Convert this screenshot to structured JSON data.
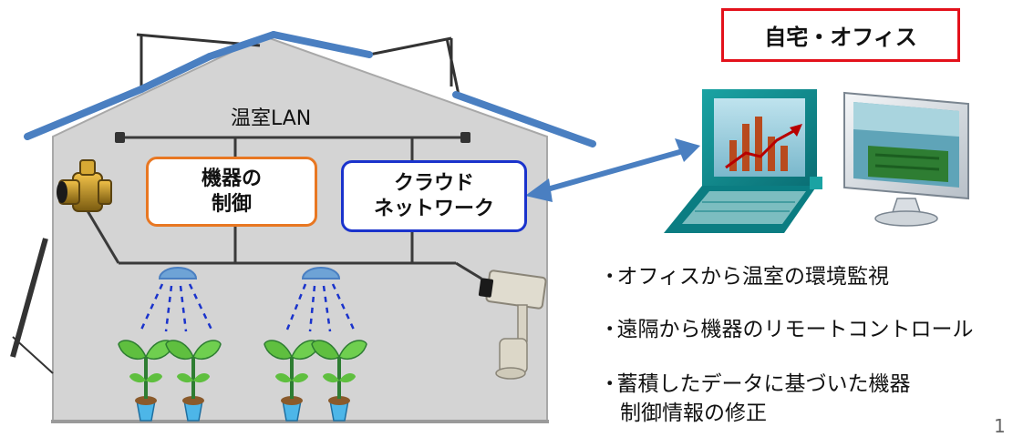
{
  "greenhouse": {
    "lan_label": "温室LAN",
    "control_box": {
      "line1": "機器の",
      "line2": "制御"
    },
    "cloud_box": {
      "line1": "クラウド",
      "line2": "ネットワーク"
    }
  },
  "home_office": {
    "label": "自宅・オフィス"
  },
  "bullets": [
    "オフィスから温室の環境監視",
    "遠隔から機器のリモートコントロール",
    "蓄積したデータに基づいた機器",
    "制御情報の修正"
  ],
  "page_number": "1",
  "colors": {
    "roof": "#4a7fc1",
    "house_fill": "#d4d4d4",
    "control_border": "#e87722",
    "cloud_border": "#1a33cc",
    "home_border": "#e3111b",
    "lan_line": "#333333"
  },
  "icons": [
    "valve-icon",
    "sprinkler-icon",
    "plant-icon",
    "camera-icon",
    "laptop-chart-icon",
    "monitor-greenhouse-icon",
    "bidirectional-arrow-icon"
  ]
}
